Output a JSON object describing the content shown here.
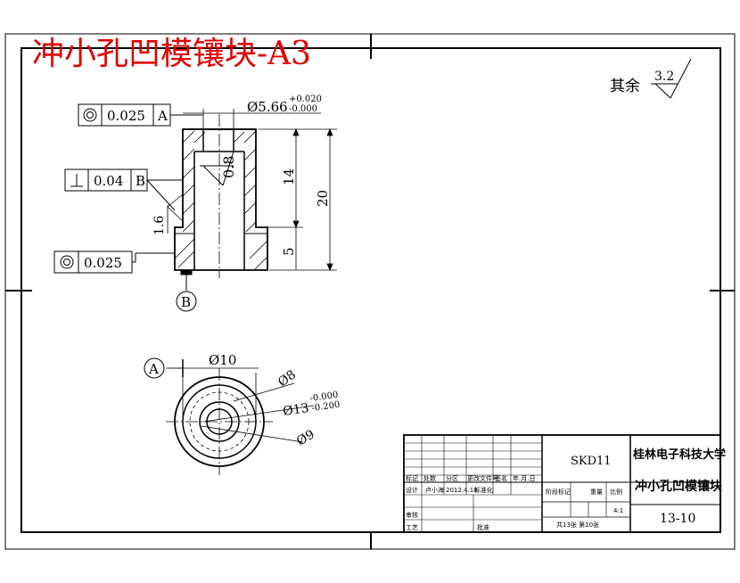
{
  "title": "冲小孔凹模镶块-A3",
  "roughness": {
    "label": "其余",
    "value": "3.2"
  },
  "datums": {
    "a": "A",
    "b": "B"
  },
  "tolerances": {
    "coaxial_top": {
      "value": "0.025",
      "datum": "A"
    },
    "perpendicular": {
      "value": "0.04",
      "datum": "B"
    },
    "coaxial_bottom": {
      "value": "0.025"
    }
  },
  "dimensions": {
    "top_dia": "Ø5.66",
    "top_dia_upper": "+0.020",
    "top_dia_lower": "-0.000",
    "chamfer_top": "0.8",
    "side_rough": "1.6",
    "height_14": "14",
    "height_20": "20",
    "height_5": "5",
    "dia_10": "Ø10",
    "dia_8": "Ø8",
    "dia_13": "Ø13",
    "dia_13_upper": "-0.000",
    "dia_13_lower": "-0.200",
    "dia_9": "Ø9"
  },
  "title_block": {
    "material": "SKD11",
    "university": "桂林电子科技大学",
    "part_name": "冲小孔凹模镶块",
    "drawing_no": "13-10",
    "scale": "4:1",
    "label_mark": "标记",
    "label_count": "处数",
    "label_zone": "分区",
    "label_docno": "更改文件号",
    "label_sign": "签名",
    "label_date": "年.月.日",
    "label_design": "设计",
    "designer": "卢小海",
    "design_date": "2012.4.10",
    "label_std": "标准化",
    "label_stage": "阶段标记",
    "label_weight": "重量",
    "label_ratio": "比例",
    "label_review": "审核",
    "label_process": "工艺",
    "label_approve": "批准",
    "sheet_info": "共13张 第10张"
  },
  "colors": {
    "title": "#e00000",
    "line": "#000000"
  }
}
